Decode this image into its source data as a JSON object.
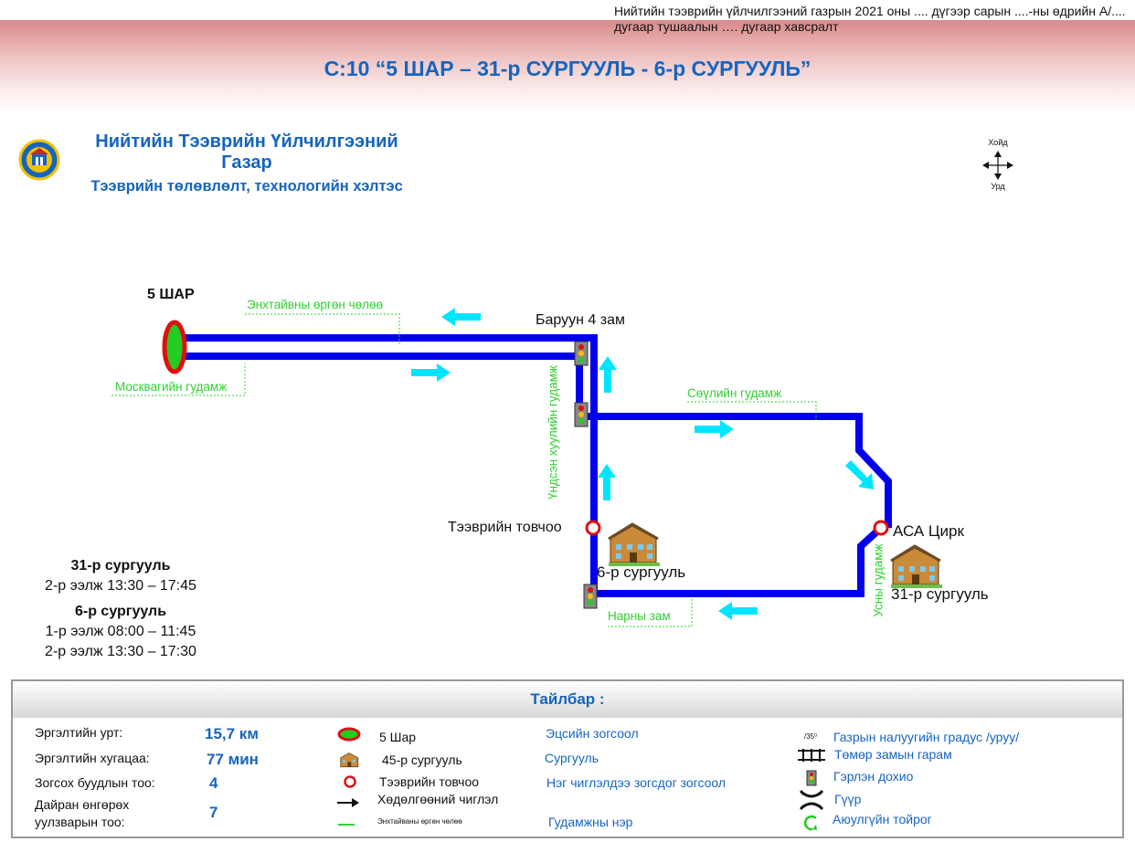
{
  "order_note": "Нийтийн тээврийн үйлчилгээний газрын 2021 оны .... дүгээр   сарын ....-ны өдрийн А/.... дугаар тушаалын …. дугаар хавсралт",
  "route_title": "С:10 “5 ШАР – 31-р СУРГУУЛЬ - 6-р СУРГУУЛЬ”",
  "org": {
    "name_line1": "Нийтийн Тээврийн Үйлчилгээний",
    "name_line2": "Газар",
    "department": "Тээврийн төлөвлөлт, технологийн хэлтэс"
  },
  "compass": {
    "north": "Хойд",
    "south": "Урд"
  },
  "map": {
    "terminal": "5 ШАР",
    "places": {
      "baruun4zam": "Баруун 4 зам",
      "transport_hub": "Тээврийн товчоо",
      "asa_circus": "АСА Цирк",
      "school6": "6-р сургууль",
      "school31": "31-р сургууль"
    },
    "streets": {
      "enkhtaivan": "Энхтайвны өргөн чөлөө",
      "moscow": "Москвагийн гудамж",
      "seoul": "Сөүлийн гудамж",
      "undsen_huuli": "Үндсэн хуулийн гудамж",
      "narny_zam": "Нарны зам",
      "usny": "Усны гудамж"
    }
  },
  "schedule": {
    "school31_title": "31-р сургууль",
    "school31_shift2": "2-р ээлж 13:30 – 17:45",
    "school6_title": "6-р сургууль",
    "school6_shift1": "1-р ээлж 08:00 – 11:45",
    "school6_shift2": "2-р ээлж 13:30 – 17:30"
  },
  "legend": {
    "title": "Тайлбар :",
    "stats": [
      {
        "label": "Эргэлтийн урт:",
        "value": "15,7 км"
      },
      {
        "label": "Эргэлтийн хугацаа:",
        "value": "77 мин"
      },
      {
        "label": "Зогсох буудлын тоо:",
        "value": "4"
      },
      {
        "label_line1": "Дайран өнгөрөх",
        "label_line2": "уулзварын тоо:",
        "value": "7"
      }
    ],
    "symbols": [
      {
        "label": "5 Шар",
        "icon": "terminal-ellipse-icon"
      },
      {
        "label": "45-р сургууль",
        "icon": "school-building-icon"
      },
      {
        "label": "Тээврийн товчоо",
        "icon": "hub-circle-icon"
      },
      {
        "label": "Хөдөлгөөний чиглэл",
        "icon": "direction-arrow-icon"
      },
      {
        "label": "Энхтайваны өргөн чөлөө",
        "icon": "street-line-icon"
      }
    ],
    "stop_types": [
      "Эцсийн зогсоол",
      "Сургууль",
      "Нэг чиглэлдээ зогсдог зогсоол",
      "Гудамжны нэр"
    ],
    "gradient_mark": "/35⁰",
    "other_symbols": [
      {
        "label": "Газрын налуугийн градус /уруу/",
        "icon": "slope-icon"
      },
      {
        "label": "Төмөр замын гарам",
        "icon": "railway-crossing-icon"
      },
      {
        "label": "Гэрлэн дохио",
        "icon": "traffic-light-icon"
      },
      {
        "label": "Гүүр",
        "icon": "bridge-icon"
      },
      {
        "label": "Аюулгүйн тойрог",
        "icon": "roundabout-icon"
      }
    ]
  },
  "colors": {
    "route": "#0000ee",
    "arrow": "#00e5ff",
    "street_label": "#2ed12e",
    "title": "#1565c0",
    "stop_ring": "#e01010",
    "terminal_fill": "#22cc22"
  }
}
